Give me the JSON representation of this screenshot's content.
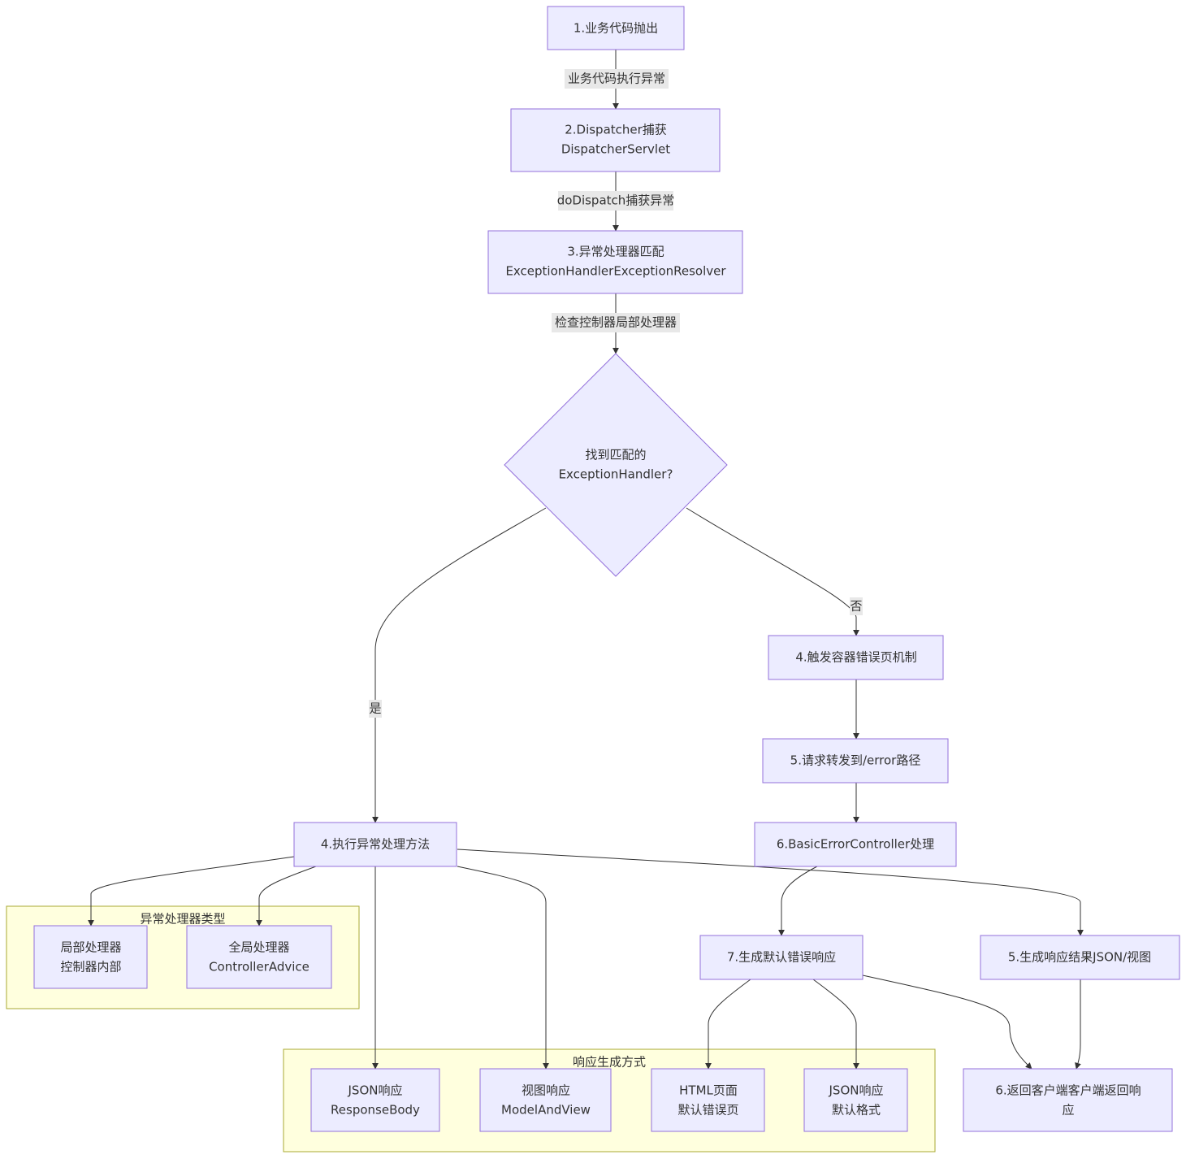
{
  "nodes": {
    "n1": [
      "1.业务代码抛出"
    ],
    "n2": [
      "2.Dispatcher捕获",
      "DispatcherServlet"
    ],
    "n3": [
      "3.异常处理器匹配",
      "ExceptionHandlerExceptionResolver"
    ],
    "decision": [
      "找到匹配的",
      "ExceptionHandler?"
    ],
    "n4a": [
      "4.执行异常处理方法"
    ],
    "n4b": [
      "4.触发容器错误页机制"
    ],
    "n5b": [
      "5.请求转发到/error路径"
    ],
    "n6b": [
      "6.BasicErrorController处理"
    ],
    "local": [
      "局部处理器",
      "控制器内部"
    ],
    "global": [
      "全局处理器",
      "ControllerAdvice"
    ],
    "n7": [
      "7.生成默认错误响应"
    ],
    "n5r": [
      "5.生成响应结果JSON/视图"
    ],
    "json": [
      "JSON响应",
      "ResponseBody"
    ],
    "view": [
      "视图响应",
      "ModelAndView"
    ],
    "html": [
      "HTML页面",
      "默认错误页"
    ],
    "jsond": [
      "JSON响应",
      "默认格式"
    ],
    "n6r": [
      "6.返回客户端客户端返回响",
      "应"
    ]
  },
  "edge_labels": {
    "e12": "业务代码执行异常",
    "e23": "doDispatch捕获异常",
    "e3d": "检查控制器局部处理器",
    "yes": "是",
    "no": "否"
  },
  "clusters": {
    "handlers": "异常处理器类型",
    "responses": "响应生成方式"
  },
  "colors": {
    "node_fill": "#ececff",
    "node_stroke": "#9370db",
    "cluster_fill": "#ffffde",
    "cluster_stroke": "#aaaa33",
    "edge": "#333333"
  }
}
